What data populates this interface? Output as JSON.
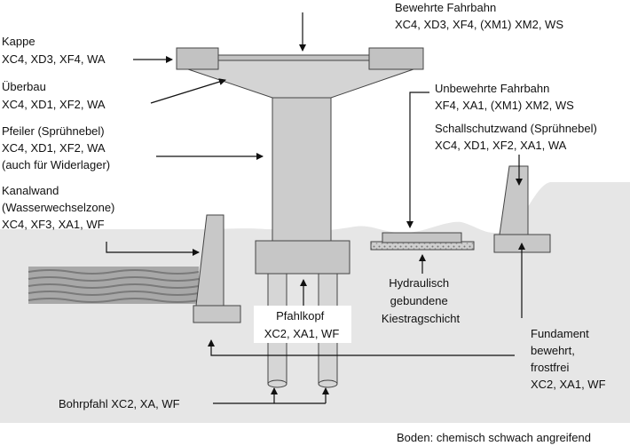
{
  "labels": {
    "bewehrte_fahrbahn": [
      "Bewehrte Fahrbahn",
      "XC4, XD3, XF4, (XM1) XM2, WS"
    ],
    "kappe": [
      "Kappe",
      "XC4, XD3, XF4, WA"
    ],
    "ueberbau": [
      "Überbau",
      "XC4, XD1, XF2, WA"
    ],
    "pfeiler": [
      "Pfeiler (Sprühnebel)",
      "XC4, XD1, XF2, WA",
      "(auch für Widerlager)"
    ],
    "kanalwand": [
      "Kanalwand",
      "(Wasserwechselzone)",
      "XC4, XF3, XA1, WF"
    ],
    "unbewehrte_fahrbahn": [
      "Unbewehrte Fahrbahn",
      "XF4, XA1, (XM1) XM2, WS"
    ],
    "schallschutzwand": [
      "Schallschutzwand (Sprühnebel)",
      "XC4, XD1, XF2, XA1, WA"
    ],
    "kiestragschicht": [
      "Hydraulisch",
      "gebundene",
      "Kiestragschicht"
    ],
    "pfahlkopf": [
      "Pfahlkopf",
      "XC2, XA1, WF"
    ],
    "fundament": [
      "Fundament",
      "bewehrt,",
      "frostfrei",
      "XC2, XA1, WF"
    ],
    "bohrpfahl": [
      "Bohrpfahl XC2, XA, WF"
    ],
    "boden": [
      "Boden: chemisch schwach angreifend"
    ]
  },
  "colors": {
    "ground": "#e6e6e6",
    "concrete": "#c8c8c8",
    "concrete_light": "#d4d4d4",
    "outline": "#444444",
    "water": "#9a9a9a"
  }
}
